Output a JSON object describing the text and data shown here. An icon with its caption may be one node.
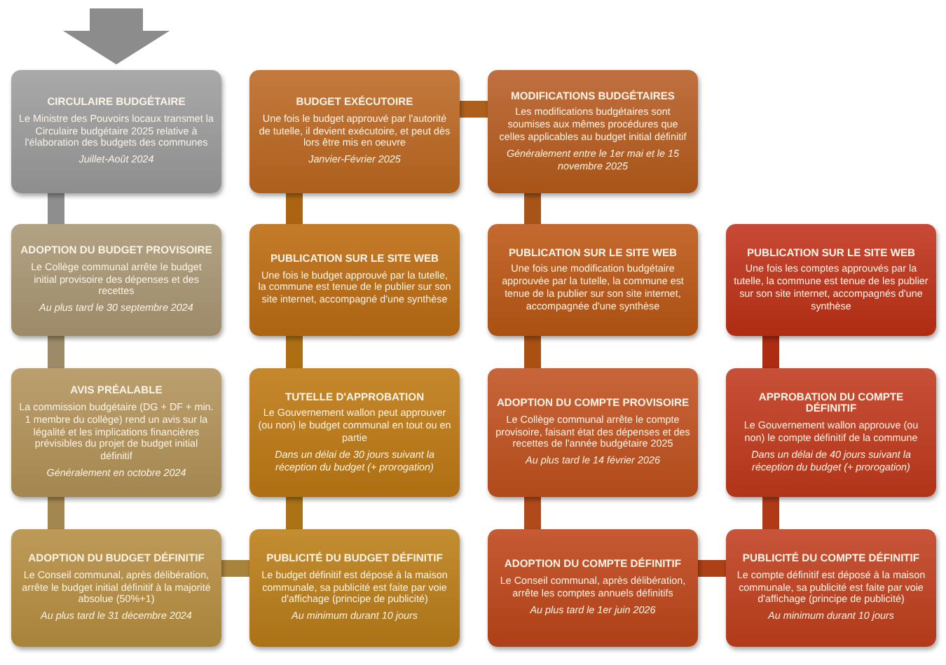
{
  "diagram": {
    "nodes": [
      {
        "text": [
          "CIRCULAIRE BUDGÉTAIRE",
          "Le Ministre des Pouvoirs locaux transmet la Circulaire budgétaire 2025 relative à l'élaboration des budgets des communes",
          "Juillet-Août 2024"
        ]
      },
      {
        "text": [
          "ADOPTION DU BUDGET PROVISOIRE",
          "Le Collège communal arrête le budget initial provisoire des dépenses et des recettes",
          "Au plus tard le 30 septembre 2024"
        ]
      },
      {
        "text": [
          "AVIS PRÉALABLE",
          "La commission budgétaire (DG + DF + min. 1 membre du collège) rend un avis sur la légalité et les implications financières prévisibles du projet de budget initial définitif",
          "Généralement en octobre 2024"
        ]
      },
      {
        "text": [
          "ADOPTION DU BUDGET DÉFINITIF",
          "Le Conseil communal, après délibération, arrête le budget initial définitif à la majorité absolue (50%+1)",
          "Au plus tard le 31 décembre 2024"
        ]
      },
      {
        "text": [
          "PUBLICITÉ DU BUDGET DÉFINITIF",
          "Le budget définitif est déposé à la maison communale, sa publicité est faite par voie d'affichage (principe de publicité)",
          "Au minimum durant 10 jours"
        ]
      },
      {
        "text": [
          "TUTELLE D'APPROBATION",
          "Le Gouvernement wallon peut approuver (ou non) le budget communal en tout ou en partie",
          "Dans un délai de 30 jours suivant la réception du budget (+ prorogation)"
        ]
      },
      {
        "text": [
          "PUBLICATION SUR LE SITE WEB",
          "Une fois le budget approuvé par la tutelle, la commune est tenue de le publier sur son site internet, accompagné d'une synthèse"
        ]
      },
      {
        "text": [
          "BUDGET EXÉCUTOIRE",
          "Une fois le budget approuvé par l'autorité de tutelle, il devient exécutoire, et peut dès lors être mis en oeuvre",
          "Janvier-Février 2025"
        ]
      },
      {
        "text": [
          "MODIFICATIONS BUDGÉTAIRES",
          "Les modifications budgétaires sont soumises aux mêmes procédures que celles applicables au budget initial définitif",
          "Généralement entre le 1er mai et le 15 novembre 2025"
        ]
      },
      {
        "text": [
          "PUBLICATION SUR LE SITE WEB",
          "Une fois une modification budgétaire approuvée par la tutelle, la commune est tenue de la publier sur son site internet, accompagnée d'une synthèse"
        ]
      },
      {
        "text": [
          "ADOPTION DU COMPTE PROVISOIRE",
          "Le Collège communal arrête le compte provisoire, faisant état des dépenses et des recettes de l'année budgétaire 2025",
          "Au plus tard le 14 février 2026"
        ]
      },
      {
        "text": [
          "ADOPTION DU COMPTE DÉFINITIF",
          "Le Conseil communal, après délibération, arrête les comptes annuels définitifs",
          "Au plus tard le 1er juin 2026"
        ]
      },
      {
        "text": [
          "PUBLICITÉ DU COMPTE DÉFINITIF",
          "Le compte définitif est déposé à la maison communale, sa publicité est faite par voie d'affichage (principe de publicité)",
          "Au minimum durant 10 jours"
        ]
      },
      {
        "text": [
          "APPROBATION DU COMPTE DÉFINITIF",
          "Le Gouvernement wallon approuve (ou non) le compte définitif de la commune",
          "Dans un délai de 40 jours suivant la réception du budget (+ prorogation)"
        ]
      },
      {
        "text": [
          "PUBLICATION SUR LE SITE WEB",
          "Une fois les comptes approuvés par la tutelle, la commune est tenue de les publier sur son site internet, accompagnés d'une synthèse"
        ]
      }
    ],
    "edges": [
      {
        "from": null,
        "to": 0,
        "arrow": "to",
        "style": "thick",
        "color": "#8c8c8c"
      },
      {
        "from": 0,
        "to": 1,
        "arrow": "none",
        "color": "#8e8e8e"
      },
      {
        "from": 1,
        "to": 2,
        "arrow": "none",
        "color": "#9c8a68"
      },
      {
        "from": 2,
        "to": 3,
        "arrow": "none",
        "color": "#a4874f"
      },
      {
        "from": 3,
        "to": 4,
        "arrow": "none",
        "color": "#a8833a"
      },
      {
        "from": 4,
        "to": 5,
        "arrow": "none",
        "color": "#ab7216"
      },
      {
        "from": 5,
        "to": 6,
        "arrow": "none",
        "color": "#ad6f12"
      },
      {
        "from": 6,
        "to": 7,
        "arrow": "none",
        "color": "#ad6412"
      },
      {
        "from": 7,
        "to": 8,
        "arrow": "none",
        "color": "#ad5f1c"
      },
      {
        "from": 8,
        "to": 9,
        "arrow": "none",
        "color": "#a85418"
      },
      {
        "from": 9,
        "to": 10,
        "arrow": "none",
        "color": "#ab5013"
      },
      {
        "from": 10,
        "to": 11,
        "arrow": "none",
        "color": "#b04a1a"
      },
      {
        "from": 11,
        "to": 12,
        "arrow": "none",
        "color": "#ad4016"
      },
      {
        "from": 12,
        "to": 13,
        "arrow": "none",
        "color": "#b03a18"
      },
      {
        "from": 13,
        "to": 14,
        "arrow": "none",
        "color": "#ad2c12"
      }
    ]
  }
}
